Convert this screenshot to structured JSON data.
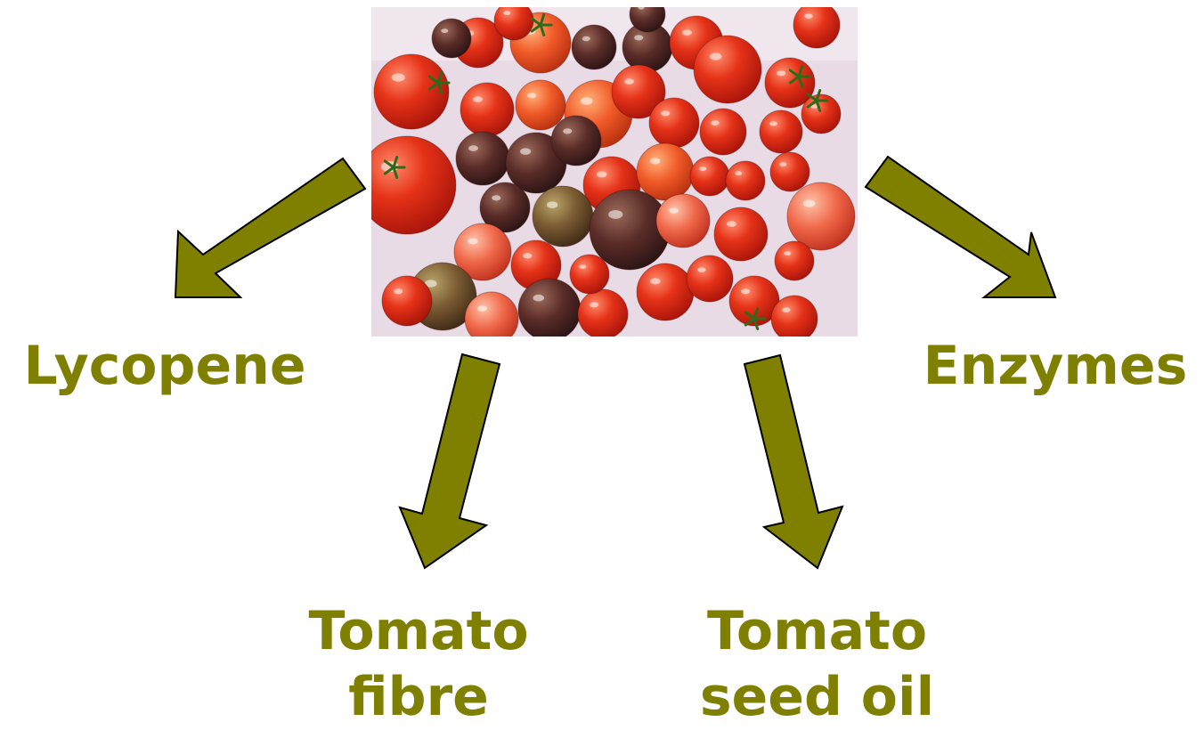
{
  "colors": {
    "arrow_fill": "#7f7f00",
    "label_text": "#7f7f00"
  },
  "image": {
    "subject": "tomatoes"
  },
  "products": {
    "lycopene": [
      "Lycopene"
    ],
    "enzymes": [
      "Enzymes"
    ],
    "fibre": [
      "Tomato",
      "fibre"
    ],
    "seed_oil": [
      "Tomato",
      "seed oil"
    ]
  }
}
